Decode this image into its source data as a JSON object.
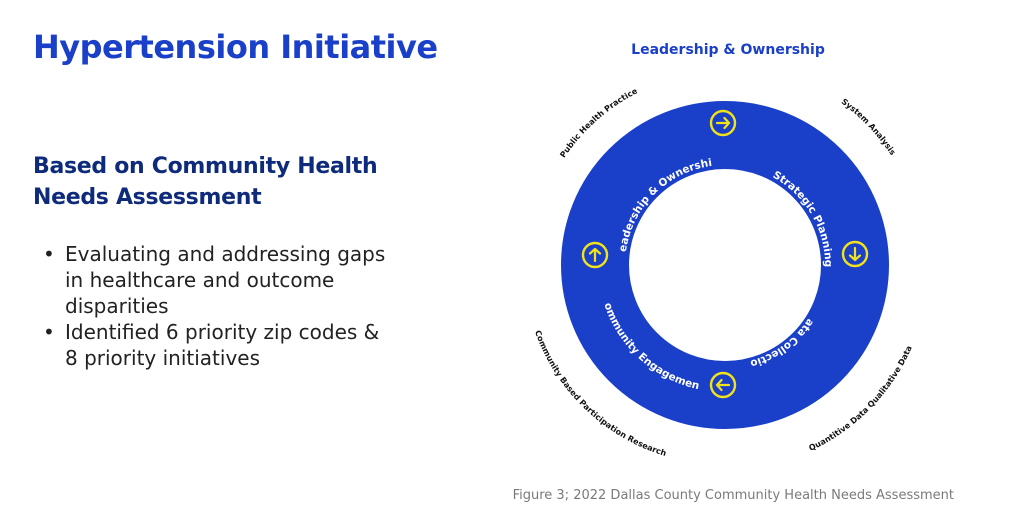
{
  "slide": {
    "title": "Hypertension Initiative",
    "subtitle": "Based on Community Health Needs Assessment",
    "bullets": [
      "Evaluating and addressing gaps in healthcare and outcome disparities",
      "Identified 6 priority zip codes & 8 priority initiatives"
    ],
    "caption": "Figure 3; 2022 Dallas County Community Health Needs Assessment"
  },
  "diagram": {
    "heading": "Leadership & Ownership",
    "ring_color": "#1a3fc8",
    "arrow_color": "#f2e21a",
    "stages": [
      "Leadership & Ownership",
      "Strategic Planning",
      "Data Collection",
      "Community Engagement"
    ],
    "outer_labels": [
      "Public Health Practice",
      "System Analysis",
      "Quantitive Data Qualitative Data",
      "Community Based Participation Research"
    ],
    "arrows": [
      "arrow-right-icon",
      "arrow-down-icon",
      "arrow-left-icon",
      "arrow-up-icon"
    ]
  }
}
